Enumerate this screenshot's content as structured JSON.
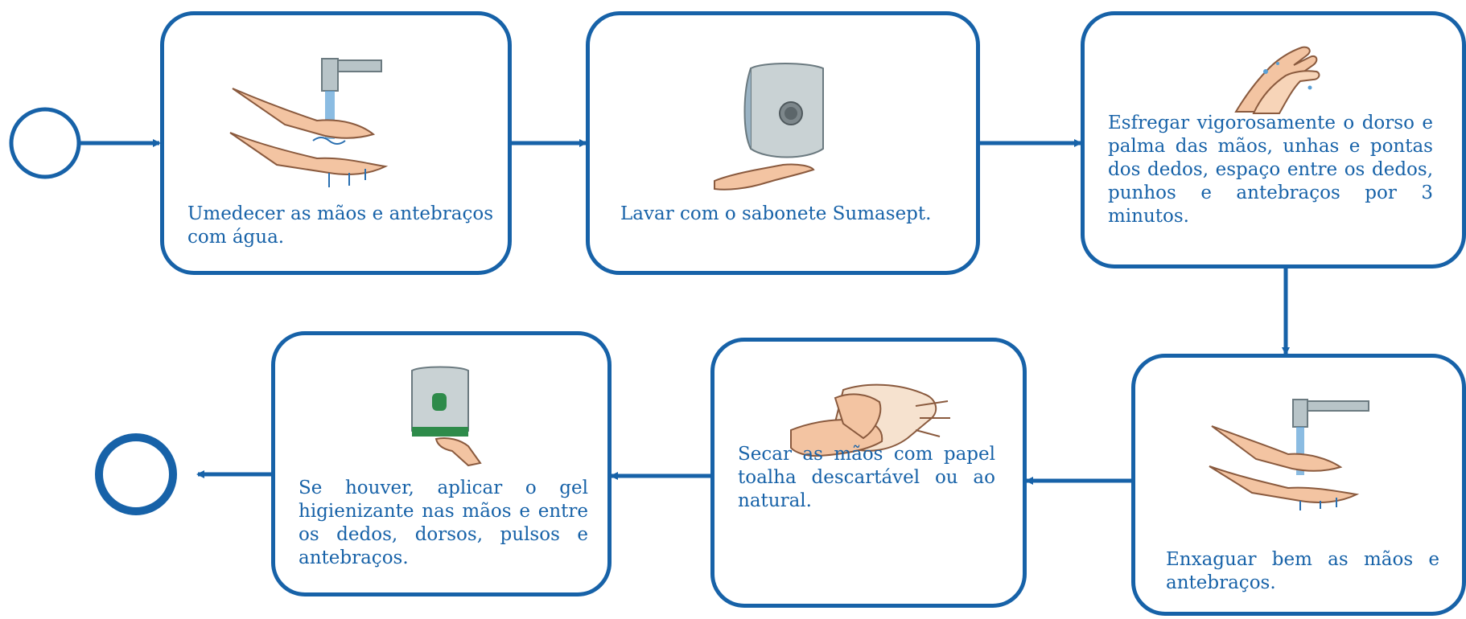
{
  "colors": {
    "line": "#1762a8",
    "text": "#1762a8",
    "skin": "#f3c4a2",
    "skin_line": "#8a5a3e",
    "metal": "#b8c4c8",
    "water": "#5aa0d6",
    "dispenser": "#c9d2d4",
    "green": "#2e8b4a"
  },
  "steps": [
    {
      "id": "wet",
      "icon": "wet-hands-icon",
      "text": "Umedecer as mãos e antebraços com água."
    },
    {
      "id": "soap",
      "icon": "soap-dispenser-icon",
      "text": "Lavar com o sabonete Sumasept."
    },
    {
      "id": "scrub",
      "icon": "scrubbing-hands-icon",
      "text": "Esfregar vigorosamente o dorso e palma das mãos, unhas e pontas dos dedos, espaço entre os dedos, punhos e antebraços por 3 minutos."
    },
    {
      "id": "rinse",
      "icon": "rinse-hands-icon",
      "text": "Enxaguar bem as mãos e antebraços."
    },
    {
      "id": "dry",
      "icon": "paper-towel-icon",
      "text": "Secar as mãos com papel toalha descartável ou ao natural."
    },
    {
      "id": "gel",
      "icon": "gel-dispenser-icon",
      "text": "Se houver, aplicar o gel higienizante nas mãos e entre os dedos, dorsos, pulsos e antebraços."
    }
  ],
  "events": {
    "start": "start-event-circle",
    "end": "end-event-circle"
  }
}
